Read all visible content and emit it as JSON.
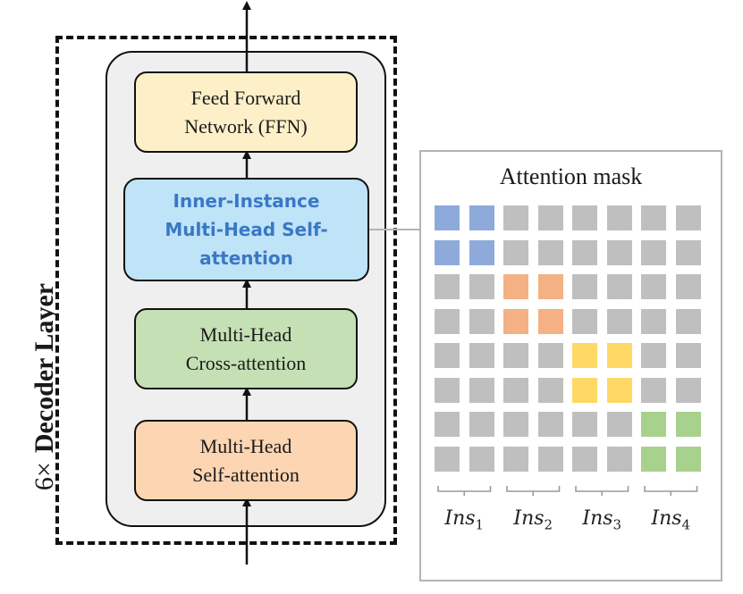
{
  "decoder": {
    "multiplier": "6×",
    "name": "Decoder Layer",
    "blocks": {
      "ffn": [
        "Feed Forward",
        "Network (FFN)"
      ],
      "inner_instance_attention": [
        "Inner-Instance",
        "Multi-Head Self-",
        "attention"
      ],
      "cross_attention": [
        "Multi-Head",
        "Cross-attention"
      ],
      "self_attention": [
        "Multi-Head",
        "Self-attention"
      ]
    }
  },
  "attention_mask": {
    "title": "Attention mask",
    "grid_size": 8,
    "instances": [
      {
        "label": "Ins",
        "index": "1",
        "color": "#8eaadb"
      },
      {
        "label": "Ins",
        "index": "2",
        "color": "#f4b183"
      },
      {
        "label": "Ins",
        "index": "3",
        "color": "#ffd966"
      },
      {
        "label": "Ins",
        "index": "4",
        "color": "#a9d18e"
      }
    ],
    "masked_color": "#bfbfbf"
  },
  "colors": {
    "ffn_fill": "#fdf0c8",
    "inner_instance_fill": "#bfe3f7",
    "inner_instance_text": "#3a78c4",
    "cross_attention_fill": "#c5e0b4",
    "self_attention_fill": "#fcd5b3",
    "layer_fill": "#efefef"
  }
}
